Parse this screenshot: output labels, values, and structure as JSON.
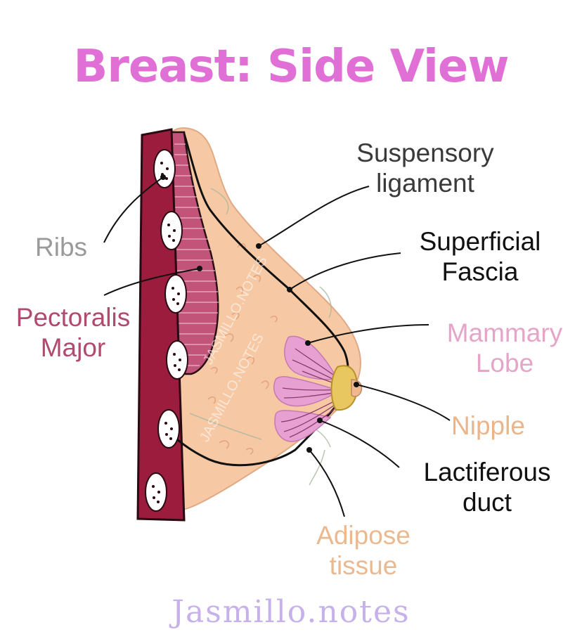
{
  "title": "Breast: Side View",
  "labels": {
    "suspensory_1": "Suspensory",
    "suspensory_2": "ligament",
    "ribs": "Ribs",
    "superficial_1": "Superficial",
    "superficial_2": "Fascia",
    "pectoralis_1": "Pectoralis",
    "pectoralis_2": "Major",
    "mammary_1": "Mammary",
    "mammary_2": "Lobe",
    "nipple": "Nipple",
    "lactiferous_1": "Lactiferous",
    "lactiferous_2": "duct",
    "adipose_1": "Adipose",
    "adipose_2": "tissue"
  },
  "watermark": "JASMILLO.NOTES",
  "credit": "Jasmillo.notes",
  "colors": {
    "title": "#e06fd6",
    "ribs_label": "#9a9a9a",
    "pectoralis_label": "#b04a6e",
    "mammary_label": "#e4a5c8",
    "nipple_label": "#ebb58c",
    "adipose_label": "#ebb98f",
    "dark_label": "#111111",
    "suspensory_label": "#3a3a3a",
    "credit": "#c7b1ea",
    "skin": "#f6c9a4",
    "chest_wall": "#9b1c3d",
    "muscle": "#c2547a",
    "lobe": "#e6a1d2",
    "nipple_fill": "#e8c660"
  }
}
